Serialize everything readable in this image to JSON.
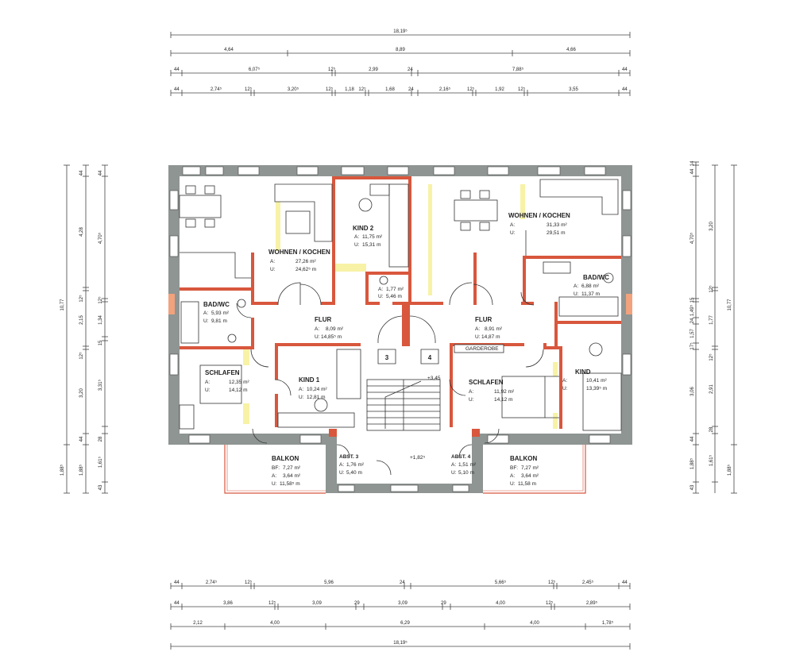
{
  "dimensions": {
    "top": [
      {
        "label": "18,19⁵"
      },
      {
        "labels": [
          "4,64",
          "8,89",
          "4,66"
        ]
      },
      {
        "labels": [
          "44",
          "6,07⁵",
          "12⁵",
          "2,99",
          "24",
          "7,88⁵",
          "44"
        ]
      },
      {
        "labels": [
          "44",
          "2,74⁵",
          "12⁵",
          "3,20⁵",
          "12⁵",
          "1,18",
          "12⁵",
          "1,68",
          "24",
          "2,16⁵",
          "12⁵",
          "1,92",
          "12⁵",
          "3,55",
          "44"
        ]
      }
    ],
    "bottom": [
      {
        "labels": [
          "44",
          "2,74⁵",
          "12⁵",
          "5,96",
          "24",
          "5,66⁵",
          "12⁵",
          "2,45⁵",
          "44"
        ]
      },
      {
        "labels": [
          "44",
          "3,86",
          "12⁵",
          "3,09",
          "29",
          "3,09",
          "29",
          "4,00",
          "12⁵",
          "2,89⁵"
        ]
      },
      {
        "labels": [
          "2,12",
          "4,00",
          "6,29",
          "4,00",
          "1,78⁵"
        ]
      },
      {
        "label": "18,19⁵"
      }
    ],
    "left": [
      {
        "label": "10,77"
      },
      {
        "labels": [
          "44",
          "4,28",
          "12⁵",
          "2,15",
          "12⁵",
          "3,20",
          "44",
          "1,88⁵"
        ]
      },
      {
        "labels": [
          "44",
          "4,70⁵",
          "12⁵",
          "1,34",
          "15",
          "3,31⁵",
          "28",
          "1,61⁵",
          "43"
        ]
      },
      {
        "labels": [
          "1,88⁵"
        ]
      }
    ],
    "right": [
      {
        "labels": [
          "14",
          "44",
          "4,70⁵",
          "15",
          "1,49⁵",
          "24",
          "1,57",
          "17⁵",
          "3,06",
          "44",
          "1,88⁵",
          "43"
        ]
      },
      {
        "labels": [
          "3,20",
          "12⁵",
          "1,77",
          "12⁵",
          "2,91",
          "28",
          "1,61⁵"
        ]
      },
      {
        "label": "10,77"
      },
      {
        "labels": [
          "1,88⁵"
        ]
      }
    ]
  },
  "rooms": [
    {
      "name": "WOHNEN / KOCHEN",
      "a_label": "A:",
      "a": "27,26 m²",
      "u_label": "U:",
      "u": "24,62⁵ m"
    },
    {
      "name": "KIND 2",
      "a_label": "A:",
      "a": "11,75 m²",
      "u_label": "U:",
      "u": "15,31 m"
    },
    {
      "name": "",
      "a_label": "A:",
      "a": "1,77 m²",
      "u_label": "U:",
      "u": "5,46 m"
    },
    {
      "name": "WOHNEN / KOCHEN",
      "a_label": "A:",
      "a": "31,33 m²",
      "u_label": "U:",
      "u": "29,51 m"
    },
    {
      "name": "BAD/WC",
      "a_label": "A:",
      "a": "6,88 m²",
      "u_label": "U:",
      "u": "11,37 m"
    },
    {
      "name": "BAD/WC",
      "a_label": "A:",
      "a": "5,93 m²",
      "u_label": "U:",
      "u": "9,81 m"
    },
    {
      "name": "FLUR",
      "a_label": "A:",
      "a": "8,09 m²",
      "u_label": "U:",
      "u": "14,85⁵ m"
    },
    {
      "name": "FLUR",
      "a_label": "A:",
      "a": "8,91 m²",
      "u_label": "U:",
      "u": "14,87 m"
    },
    {
      "name": "SCHLAFEN",
      "a_label": "A:",
      "a": "12,35 m²",
      "u_label": "U:",
      "u": "14,12 m"
    },
    {
      "name": "KIND 1",
      "a_label": "A:",
      "a": "10,24 m²",
      "u_label": "U:",
      "u": "12,81 m"
    },
    {
      "name": "SCHLAFEN",
      "a_label": "A:",
      "a": "11,92 m²",
      "u_label": "U:",
      "u": "14,12 m"
    },
    {
      "name": "KIND",
      "a_label": "A:",
      "a": "10,41 m²",
      "u_label": "U:",
      "u": "13,39⁵ m"
    },
    {
      "name": "BALKON",
      "bf_label": "BF:",
      "bf": "7,27 m²",
      "a_label": "A:",
      "a": "3,64 m²",
      "u_label": "U:",
      "u": "11,58⁵ m"
    },
    {
      "name": "ABST. 3",
      "a_label": "A:",
      "a": "1,76 m²",
      "u_label": "U:",
      "u": "5,40 m"
    },
    {
      "name": "ABST. 4",
      "a_label": "A:",
      "a": "1,51 m²",
      "u_label": "U:",
      "u": "5,10 m"
    },
    {
      "name": "BALKON",
      "bf_label": "BF:",
      "bf": "7,27 m²",
      "a_label": "A:",
      "a": "3,64 m²",
      "u_label": "U:",
      "u": "11,58 m"
    }
  ],
  "labels": {
    "unit_left": "3",
    "unit_right": "4",
    "garderobe": "GARDEROBE",
    "level_upper": "+3,45",
    "level_lower": "+1,82⁵"
  },
  "colors": {
    "outer_wall": "#8e9592",
    "inner_wall": "#d8573d",
    "accent": "#f7f2a6"
  }
}
